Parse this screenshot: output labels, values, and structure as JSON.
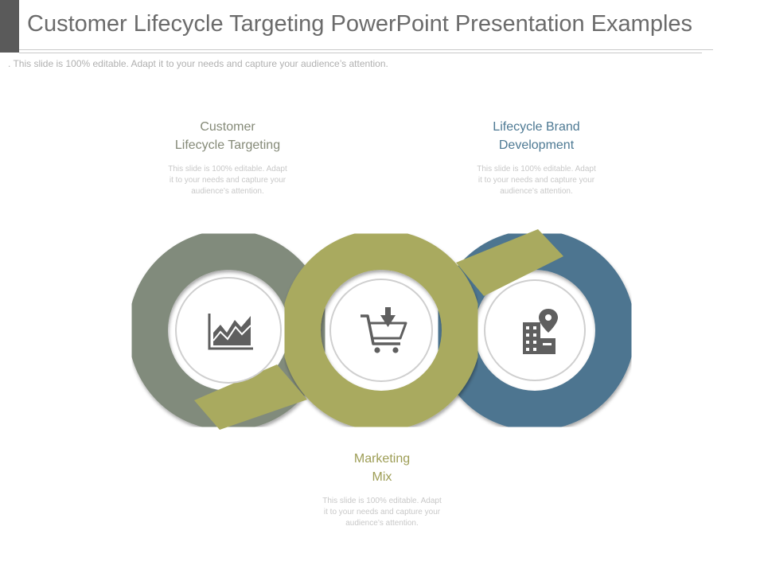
{
  "header": {
    "title": "Customer Lifecycle Targeting PowerPoint Presentation Examples",
    "subtitle": ". This slide is 100% editable. Adapt it to your needs and capture your audience’s attention."
  },
  "colors": {
    "ring_left": "#818b7b",
    "ring_center": "#a9aa5f",
    "ring_right": "#4e7590",
    "icon": "#5f5f5f"
  },
  "blocks": [
    {
      "title_line1": "Customer",
      "title_line2": "Lifecycle Targeting",
      "description": "This slide is 100% editable. Adapt it to your needs and capture your audience’s attention.",
      "icon": "area-chart-icon"
    },
    {
      "title_line1": "Marketing",
      "title_line2": "Mix",
      "description": "This slide is 100% editable. Adapt it to your needs and capture your audience’s attention.",
      "icon": "shopping-cart-icon"
    },
    {
      "title_line1": "Lifecycle Brand",
      "title_line2": "Development",
      "description": "This slide is 100% editable. Adapt it to your needs and capture your audience’s attention.",
      "icon": "building-location-icon"
    }
  ]
}
